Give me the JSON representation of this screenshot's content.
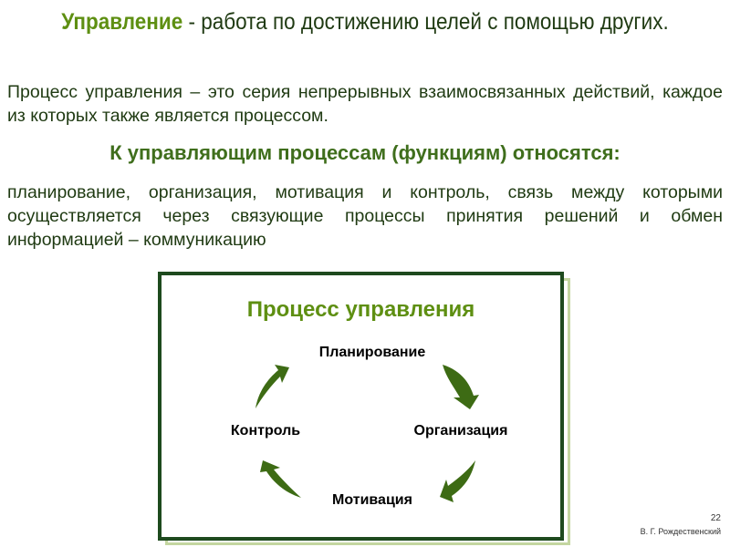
{
  "title": {
    "bold": "Управление",
    "rest": " - работа по достижению целей с помощью других."
  },
  "paragraph1": "Процесс управления – это серия непрерывных взаимосвязанных действий, каждое из которых также является процессом.",
  "heading": "К управляющим процессам (функциям) относятся:",
  "paragraph2": "планирование, организация, мотивация и контроль, связь между которыми осуществляется через связующие процессы принятия решений и обмен информацией – коммуникацию",
  "diagram": {
    "title": "Процесс управления",
    "nodes": [
      "Планирование",
      "Организация",
      "Мотивация",
      "Контроль"
    ],
    "arrow_color": "#3d6b14"
  },
  "footer": {
    "page_number": "22",
    "author": "В. Г. Рождественский"
  }
}
